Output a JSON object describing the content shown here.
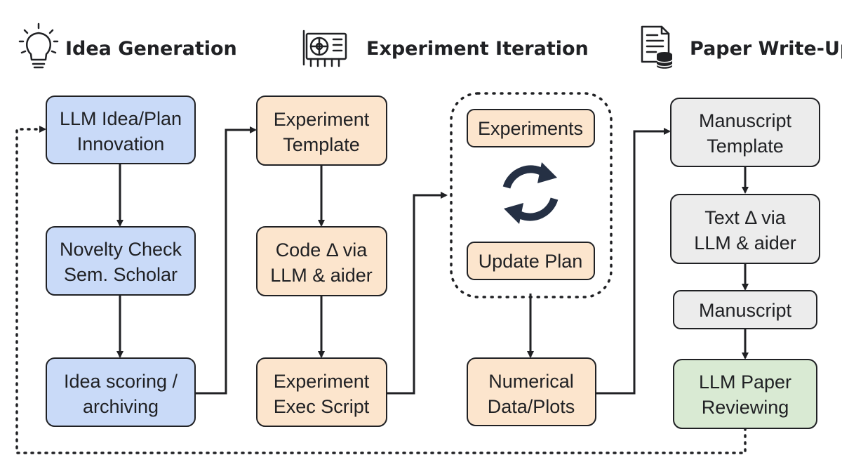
{
  "headers": {
    "idea": "Idea Generation",
    "experiment": "Experiment Iteration",
    "paper": "Paper Write-Up"
  },
  "icons": {
    "idea": "lightbulb-icon",
    "experiment": "gpu-card-icon",
    "paper": "document-database-icon",
    "loop": "refresh-cycle-icon"
  },
  "colors": {
    "blue_fill": "#c9daf8",
    "orange_fill": "#fce5cd",
    "gray_fill": "#ececec",
    "green_fill": "#d9ead3",
    "stroke": "#202124"
  },
  "boxes": {
    "llm_idea": [
      "LLM Idea/Plan",
      "Innovation"
    ],
    "novelty": [
      "Novelty Check",
      "Sem. Scholar"
    ],
    "scoring": [
      "Idea scoring /",
      "archiving"
    ],
    "exp_template": [
      "Experiment",
      "Template"
    ],
    "code_delta": [
      "Code Δ via",
      "LLM & aider"
    ],
    "exec_script": [
      "Experiment",
      "Exec Script"
    ],
    "experiments": [
      "Experiments"
    ],
    "update_plan": [
      "Update Plan"
    ],
    "numerical": [
      "Numerical",
      "Data/Plots"
    ],
    "man_template": [
      "Manuscript",
      "Template"
    ],
    "text_delta": [
      "Text Δ via",
      "LLM & aider"
    ],
    "manuscript": [
      "Manuscript"
    ],
    "reviewing": [
      "LLM Paper",
      "Reviewing"
    ]
  }
}
